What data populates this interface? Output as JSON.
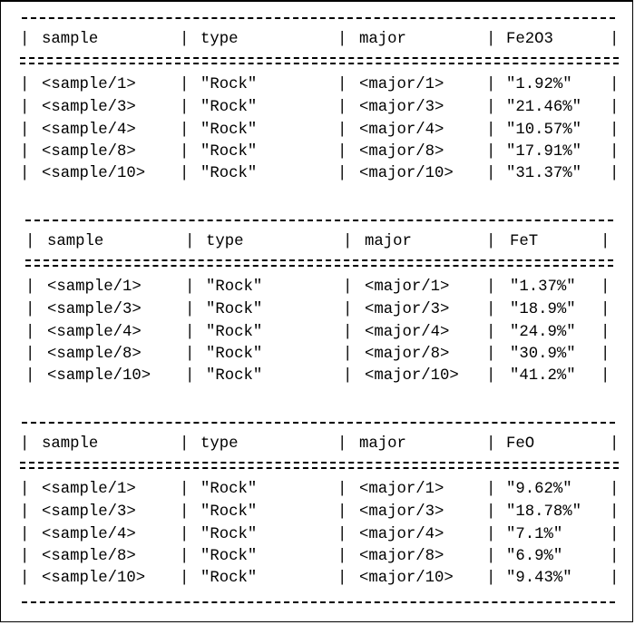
{
  "tables": [
    {
      "headers": [
        "sample",
        "type",
        "major",
        "Fe2O3"
      ],
      "rows": [
        [
          "<sample/1>",
          "\"Rock\"",
          "<major/1>",
          "\"1.92%\""
        ],
        [
          "<sample/3>",
          "\"Rock\"",
          "<major/3>",
          "\"21.46%\""
        ],
        [
          "<sample/4>",
          "\"Rock\"",
          "<major/4>",
          "\"10.57%\""
        ],
        [
          "<sample/8>",
          "\"Rock\"",
          "<major/8>",
          "\"17.91%\""
        ],
        [
          "<sample/10>",
          "\"Rock\"",
          "<major/10>",
          "\"31.37%\""
        ]
      ]
    },
    {
      "headers": [
        "sample",
        "type",
        "major",
        "FeT"
      ],
      "rows": [
        [
          "<sample/1>",
          "\"Rock\"",
          "<major/1>",
          "\"1.37%\""
        ],
        [
          "<sample/3>",
          "\"Rock\"",
          "<major/3>",
          "\"18.9%\""
        ],
        [
          "<sample/4>",
          "\"Rock\"",
          "<major/4>",
          "\"24.9%\""
        ],
        [
          "<sample/8>",
          "\"Rock\"",
          "<major/8>",
          "\"30.9%\""
        ],
        [
          "<sample/10>",
          "\"Rock\"",
          "<major/10>",
          "\"41.2%\""
        ]
      ]
    },
    {
      "headers": [
        "sample",
        "type",
        "major",
        "FeO"
      ],
      "rows": [
        [
          "<sample/1>",
          "\"Rock\"",
          "<major/1>",
          "\"9.62%\""
        ],
        [
          "<sample/3>",
          "\"Rock\"",
          "<major/3>",
          "\"18.78%\""
        ],
        [
          "<sample/4>",
          "\"Rock\"",
          "<major/4>",
          "\"7.1%\""
        ],
        [
          "<sample/8>",
          "\"Rock\"",
          "<major/8>",
          "\"6.9%\""
        ],
        [
          "<sample/10>",
          "\"Rock\"",
          "<major/10>",
          "\"9.43%\""
        ]
      ]
    }
  ]
}
